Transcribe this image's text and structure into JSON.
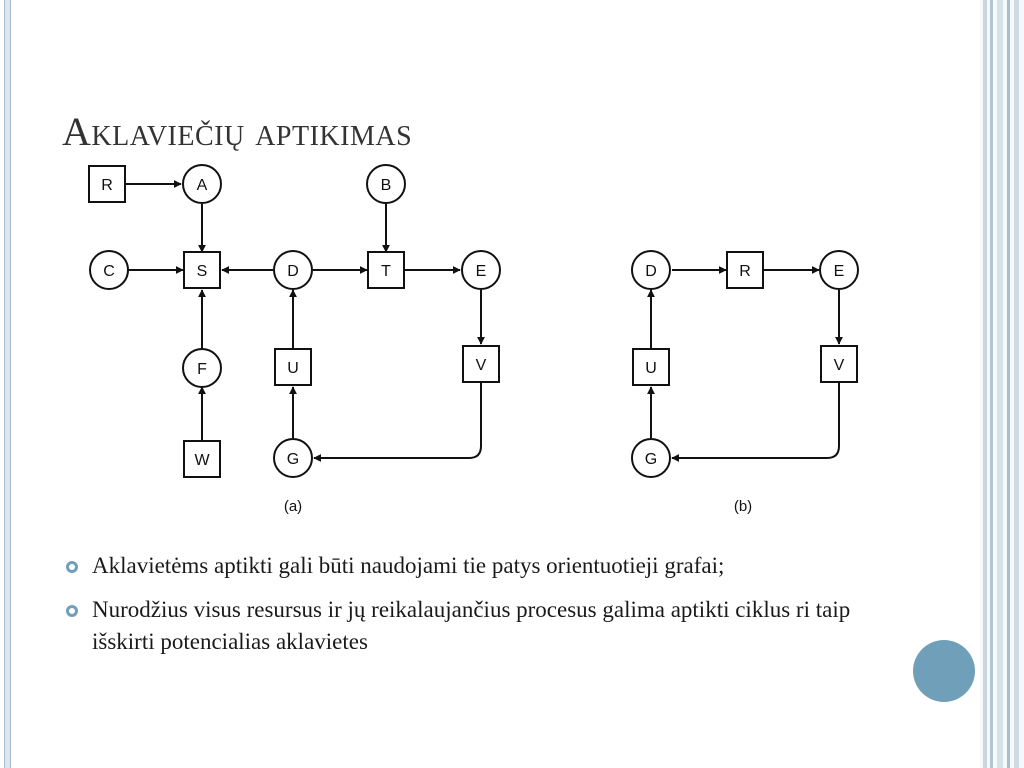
{
  "slide": {
    "title": "Aklaviečių aptikimas",
    "bullets": [
      "Aklavietėms aptikti gali būti naudojami tie patys orientuotieji grafai;",
      "Nurodžius visus resursus ir jų reikalaujančius procesus galima aptikti ciklus ri taip išskirti potencialias aklavietes"
    ]
  },
  "diagram": {
    "captions": {
      "a": "(a)",
      "b": "(b)"
    },
    "nodes": {
      "a_R": "R",
      "a_A": "A",
      "a_B": "B",
      "a_C": "C",
      "a_S": "S",
      "a_D": "D",
      "a_T": "T",
      "a_E": "E",
      "a_F": "F",
      "a_U": "U",
      "a_V": "V",
      "a_W": "W",
      "a_G": "G",
      "b_D": "D",
      "b_R": "R",
      "b_E": "E",
      "b_U": "U",
      "b_V": "V",
      "b_G": "G"
    }
  },
  "colors": {
    "title": "#333333",
    "accent": "#6f9fb9",
    "text": "#1a1a1a"
  }
}
